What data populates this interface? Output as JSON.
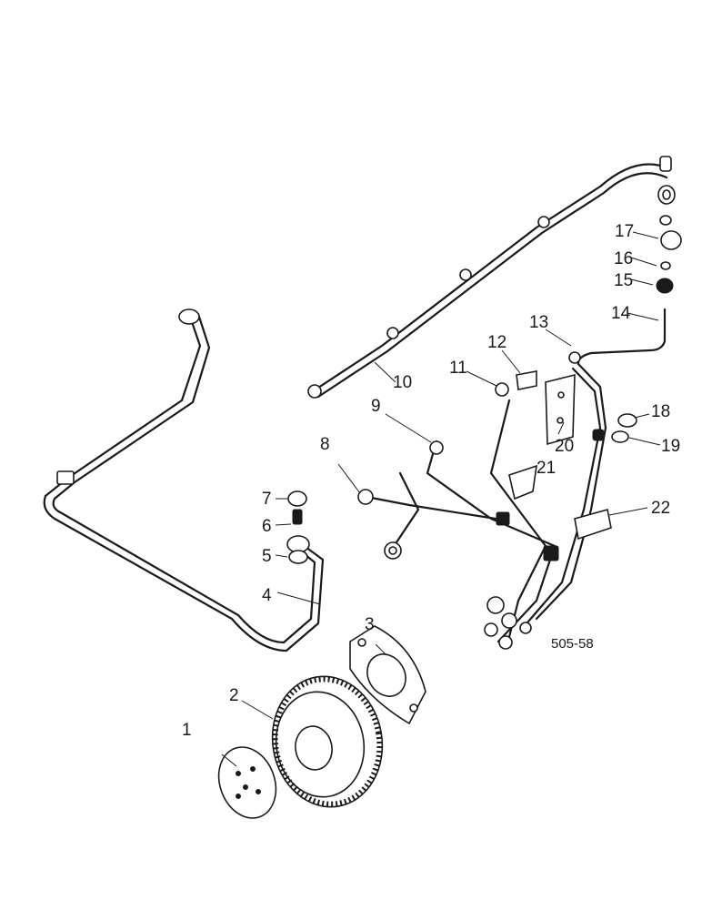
{
  "diagram": {
    "drawing_code": "505-58",
    "callouts": [
      {
        "id": "c1",
        "label": "1"
      },
      {
        "id": "c2",
        "label": "2"
      },
      {
        "id": "c3",
        "label": "3"
      },
      {
        "id": "c4",
        "label": "4"
      },
      {
        "id": "c5",
        "label": "5"
      },
      {
        "id": "c6",
        "label": "6"
      },
      {
        "id": "c7",
        "label": "7"
      },
      {
        "id": "c8",
        "label": "8"
      },
      {
        "id": "c9",
        "label": "9"
      },
      {
        "id": "c10",
        "label": "10"
      },
      {
        "id": "c11",
        "label": "11"
      },
      {
        "id": "c12",
        "label": "12"
      },
      {
        "id": "c13",
        "label": "13"
      },
      {
        "id": "c14",
        "label": "14"
      },
      {
        "id": "c15",
        "label": "15"
      },
      {
        "id": "c16",
        "label": "16"
      },
      {
        "id": "c17",
        "label": "17"
      },
      {
        "id": "c18",
        "label": "18"
      },
      {
        "id": "c19",
        "label": "19"
      },
      {
        "id": "c20",
        "label": "20"
      },
      {
        "id": "c21",
        "label": "21"
      },
      {
        "id": "c22",
        "label": "22"
      }
    ]
  }
}
